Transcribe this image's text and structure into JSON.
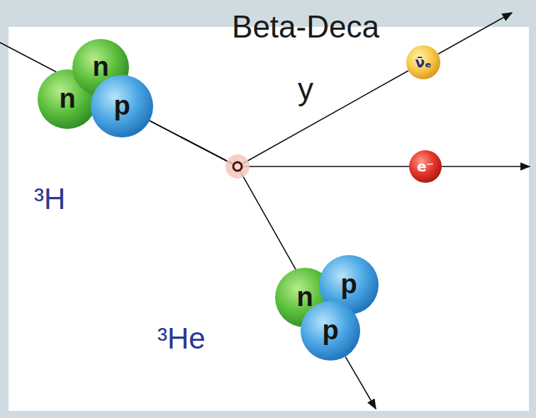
{
  "diagram": {
    "title": "Beta-Decay",
    "nodes": [
      {
        "text": [
          "n"
        ]
      },
      {
        "text": [
          "n"
        ]
      },
      {
        "text": [
          "p"
        ]
      },
      {
        "text": [
          "ν̄ₑ"
        ]
      },
      {
        "text": [
          "e⁻"
        ]
      },
      {
        "text": [
          "n"
        ]
      },
      {
        "text": [
          "p"
        ]
      },
      {
        "text": [
          "p"
        ]
      }
    ],
    "edges": [
      {
        "from": 2,
        "to": 3,
        "arrow": "to"
      },
      {
        "from": 2,
        "to": 4,
        "arrow": "to"
      },
      {
        "from": 2,
        "to": 7,
        "arrow": "to"
      }
    ],
    "labels": [
      "³H",
      "³He"
    ]
  }
}
